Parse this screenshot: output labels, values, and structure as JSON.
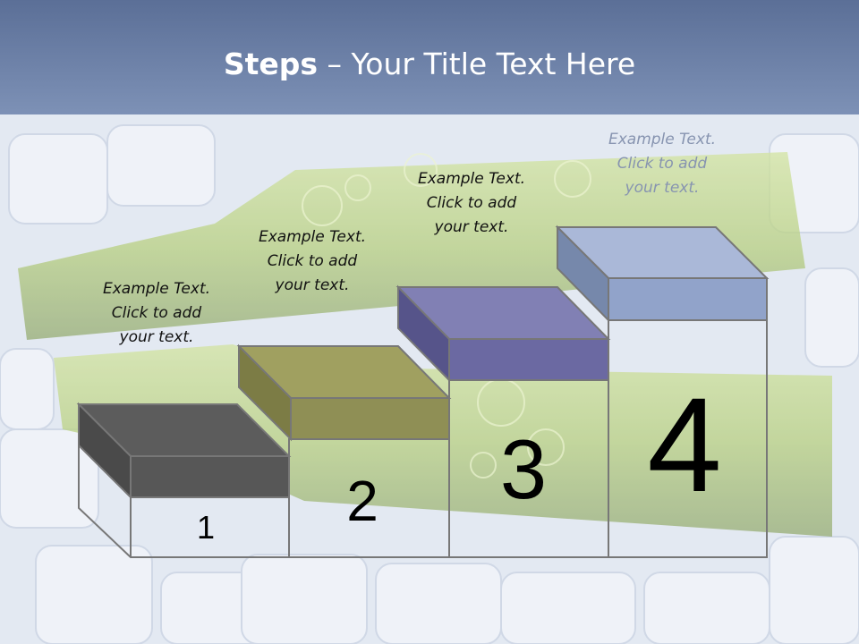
{
  "slide": {
    "title_bold": "Steps",
    "title_rest": " – Your Title Text Here"
  },
  "steps": [
    {
      "number": "1",
      "line1": "Example Text.",
      "line2": "Click  to add",
      "line3": "your text.",
      "top_color": "#5a5a5a",
      "side_color": "#4a4a4a"
    },
    {
      "number": "2",
      "line1": "Example Text.",
      "line2": "Click  to add",
      "line3": "your text.",
      "top_color": "#9a9a5a",
      "side_color": "#7e7e45"
    },
    {
      "number": "3",
      "line1": "Example Text.",
      "line2": "Click  to add",
      "line3": "your text.",
      "top_color": "#7a78b0",
      "side_color": "#55538a"
    },
    {
      "number": "4",
      "line1": "Example Text.",
      "line2": "Click  to add",
      "line3": "your text.",
      "top_color": "#a9b7d6",
      "side_color": "#7788aa"
    }
  ],
  "colors": {
    "title_bar": "#6a7fa6",
    "background": "#d9e1ee",
    "bottle_green": "#b9d27a"
  }
}
